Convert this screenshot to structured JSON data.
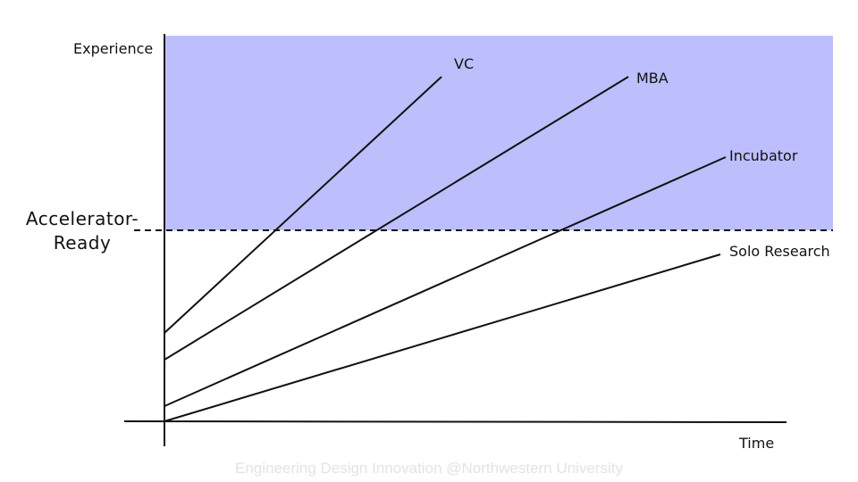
{
  "chart_data": {
    "type": "line",
    "xlabel": "Time",
    "ylabel": "Experience",
    "threshold": {
      "label_line1": "Accelerator-",
      "label_line2": "Ready",
      "region_color": "#bcbffc"
    },
    "series": [
      {
        "name": "VC"
      },
      {
        "name": "MBA"
      },
      {
        "name": "Incubator"
      },
      {
        "name": "Solo Research"
      }
    ]
  },
  "footer": "Engineering Design Innovation @Northwestern University"
}
